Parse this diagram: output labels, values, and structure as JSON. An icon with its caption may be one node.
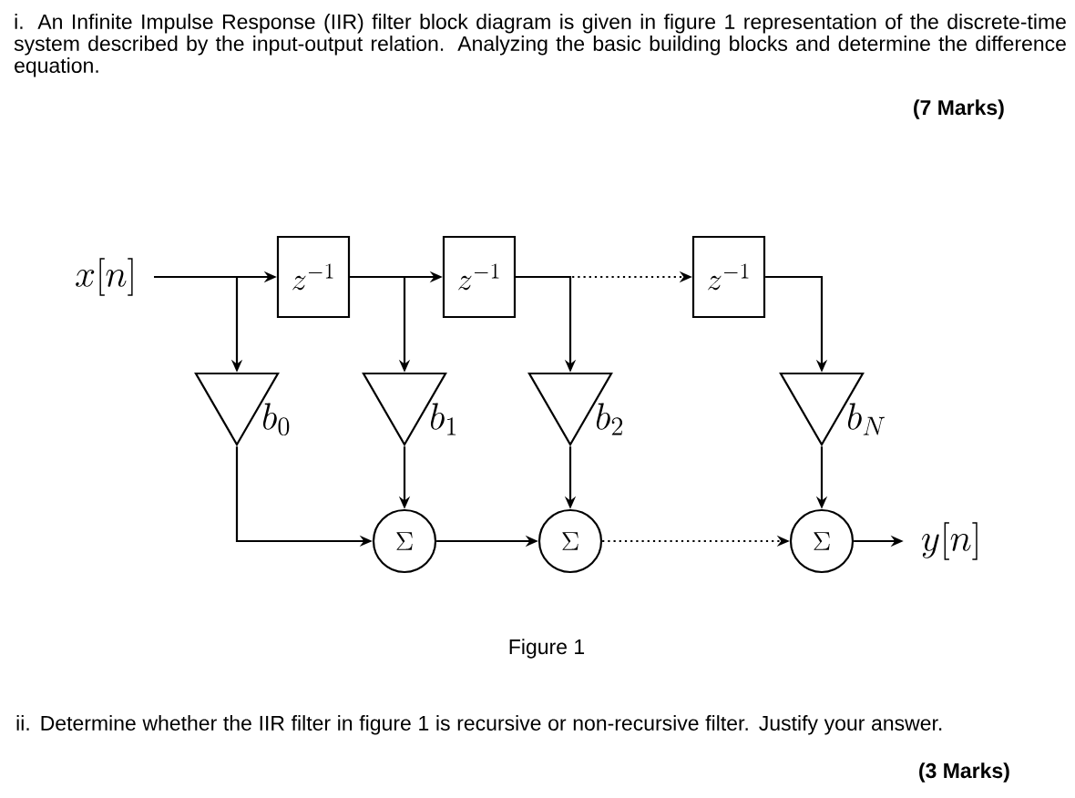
{
  "diagram": {
    "caption": "Figure 1",
    "nodes": [
      {
        "text": [
          "x[n]"
        ]
      },
      {
        "text": [
          "z^{-1}"
        ]
      },
      {
        "text": [
          "z^{-1}"
        ]
      },
      {
        "text": [
          "z^{-1}"
        ]
      },
      {
        "text": [],
        "shape": "triangle",
        "beside": [
          "b_{0}"
        ]
      },
      {
        "text": [],
        "shape": "triangle",
        "beside": [
          "b_{1}"
        ]
      },
      {
        "text": [],
        "shape": "triangle",
        "beside": [
          "b_{2}"
        ]
      },
      {
        "text": [],
        "shape": "triangle",
        "beside": [
          "b_{N}"
        ]
      },
      {
        "text": [
          "\\Sigma"
        ]
      },
      {
        "text": [
          "\\Sigma"
        ]
      },
      {
        "text": [
          "\\Sigma"
        ]
      },
      {
        "text": [
          "y[n]"
        ]
      }
    ],
    "edges": [
      {
        "from": 0,
        "to": 1,
        "arrow": "to"
      },
      {
        "from": 0,
        "to": 4,
        "arrow": "to"
      },
      {
        "from": 1,
        "to": 2,
        "arrow": "to"
      },
      {
        "from": 1,
        "to": 5,
        "arrow": "to"
      },
      {
        "from": 2,
        "to": 3,
        "arrow": "to",
        "style": "dashed"
      },
      {
        "from": 2,
        "to": 6,
        "arrow": "to"
      },
      {
        "from": 3,
        "to": 7,
        "arrow": "to"
      },
      {
        "from": 4,
        "to": 8,
        "arrow": "to"
      },
      {
        "from": 5,
        "to": 8,
        "arrow": "to"
      },
      {
        "from": 6,
        "to": 9,
        "arrow": "to"
      },
      {
        "from": 7,
        "to": 10,
        "arrow": "to"
      },
      {
        "from": 8,
        "to": 9,
        "arrow": "to"
      },
      {
        "from": 9,
        "to": 10,
        "arrow": "to",
        "style": "dashed"
      },
      {
        "from": 10,
        "to": 11,
        "arrow": "to"
      }
    ],
    "labels": [
      "i. An Infinite Impulse Response (IIR) filter block diagram is given in figure 1 representation of the discrete-time system described by the input-output relation. Analyzing the basic building blocks and determine the difference equation.",
      "(7 Marks)",
      "ii. Determine whether the IIR filter in figure 1 is recursive or non-recursive filter. Justify your answer.",
      "(3 Marks)"
    ]
  }
}
